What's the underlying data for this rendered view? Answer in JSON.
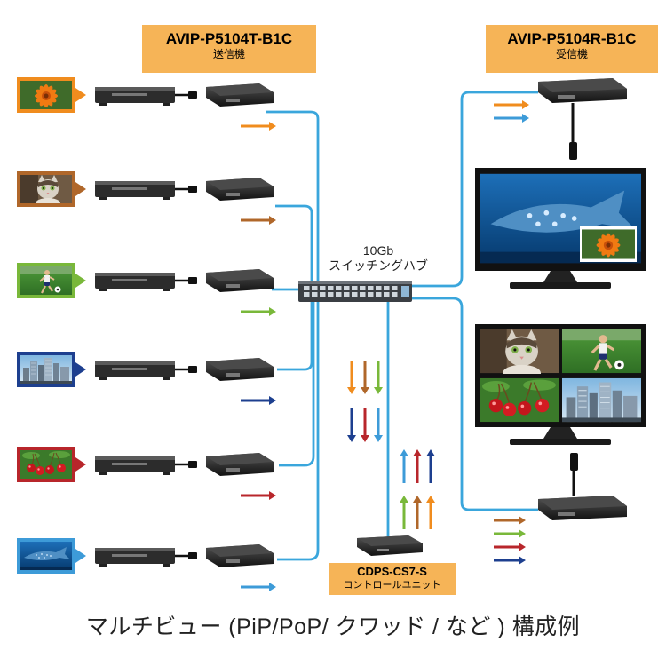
{
  "transmitter": {
    "model": "AVIP-P5104T-B1C",
    "label": "送信機"
  },
  "receiver": {
    "model": "AVIP-P5104R-B1C",
    "label": "受信機"
  },
  "hub": {
    "line1": "10Gb",
    "line2": "スイッチングハブ"
  },
  "controller": {
    "model": "CDPS-CS7-S",
    "label": "コントロールユニット"
  },
  "caption": "マルチビュー (PiP/PoP/ クワッド / など ) 構成例",
  "colors": {
    "cable": "#3aa6dc",
    "orange": "#f08c1e",
    "brown": "#b0672a",
    "green": "#79b83a",
    "navy": "#1d3f8f",
    "red": "#b8262b",
    "lightblue": "#3d9bd8",
    "label_bg": "#f6b457"
  },
  "sources": [
    {
      "thumbnail": "orange-flower",
      "color": "orange"
    },
    {
      "thumbnail": "kitten",
      "color": "brown"
    },
    {
      "thumbnail": "soccer-player",
      "color": "green"
    },
    {
      "thumbnail": "city-skyline",
      "color": "navy"
    },
    {
      "thumbnail": "red-cherries",
      "color": "red"
    },
    {
      "thumbnail": "whale-shark",
      "color": "lightblue"
    }
  ],
  "displays": [
    {
      "layout": "picture-in-picture",
      "main": "whale-shark",
      "inset": "orange-flower"
    },
    {
      "layout": "quad",
      "tiles": [
        "kitten",
        "soccer-player",
        "red-cherries",
        "city-skyline"
      ]
    }
  ]
}
